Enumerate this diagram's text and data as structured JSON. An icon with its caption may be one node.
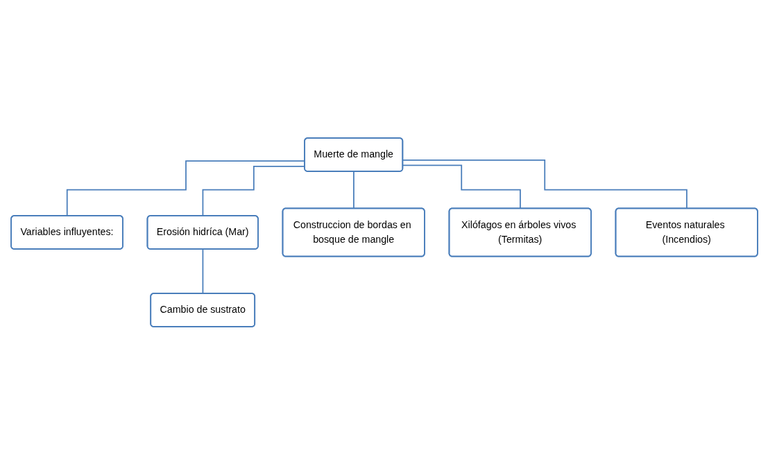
{
  "diagram": {
    "nodes": [
      {
        "text": [
          "Muerte de mangle"
        ]
      },
      {
        "text": [
          "Variables influyentes:"
        ]
      },
      {
        "text": [
          "Erosión hidríca (Mar)"
        ]
      },
      {
        "text": [
          "Construccion de bordas en bosque de mangle"
        ]
      },
      {
        "text": [
          "Xilófagos en árboles vivos (Termitas)"
        ]
      },
      {
        "text": [
          "Eventos naturales (Incendios)"
        ]
      },
      {
        "text": [
          "Cambio de sustrato"
        ]
      }
    ],
    "edges": [
      {
        "from": 0,
        "to": 1,
        "arrow": "none"
      },
      {
        "from": 0,
        "to": 2,
        "arrow": "none"
      },
      {
        "from": 0,
        "to": 3,
        "arrow": "none"
      },
      {
        "from": 0,
        "to": 4,
        "arrow": "none"
      },
      {
        "from": 0,
        "to": 5,
        "arrow": "none"
      },
      {
        "from": 2,
        "to": 6,
        "arrow": "none"
      }
    ]
  }
}
